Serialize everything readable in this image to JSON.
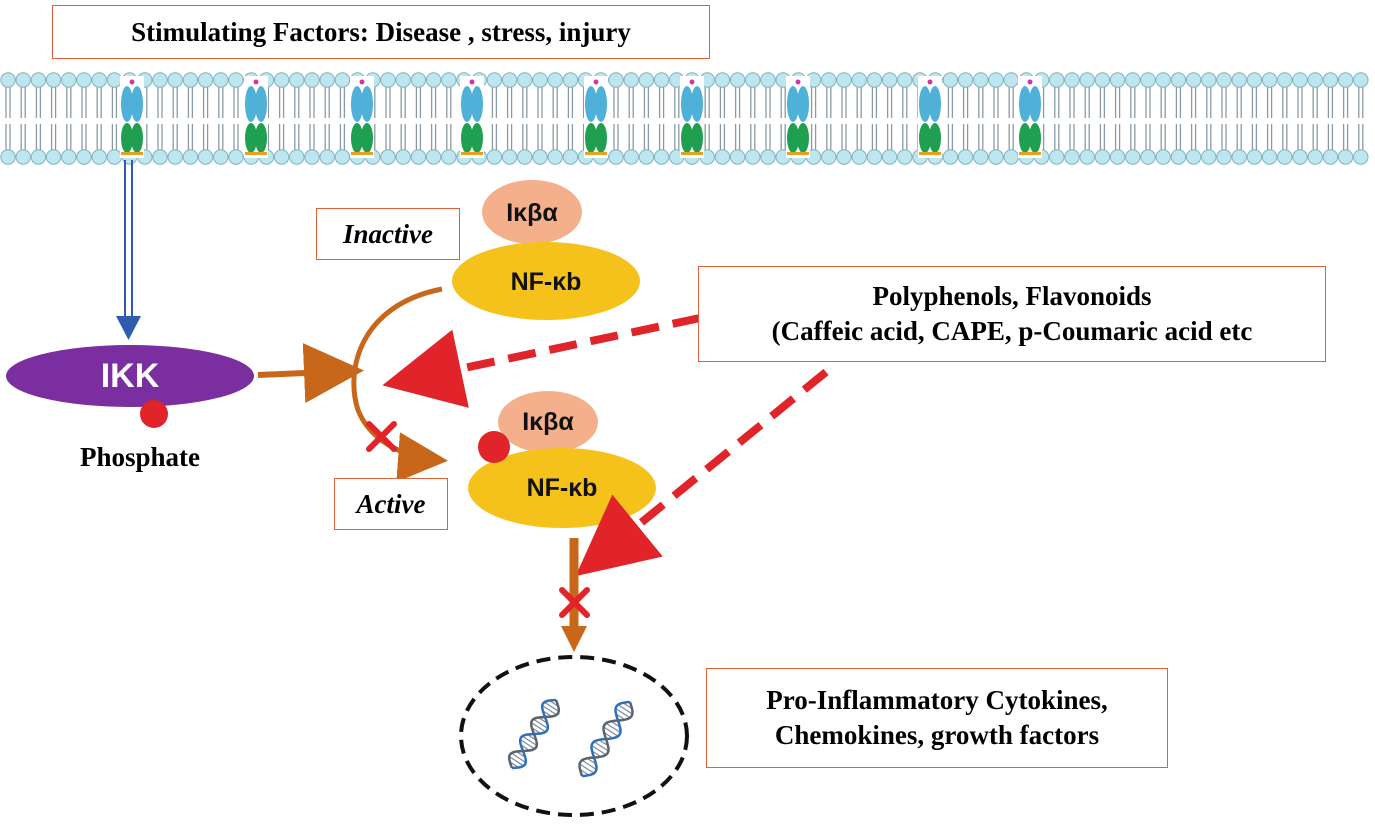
{
  "stimulus_label": "Stimulating Factors: Disease , stress, injury",
  "ikk": {
    "label": "IKK",
    "phosphate_label": "Phosphate"
  },
  "inactive_complex": {
    "state_label": "Inactive",
    "inhibitor_label": "Iκβα",
    "factor_label": "NF-κb"
  },
  "active_complex": {
    "state_label": "Active",
    "inhibitor_label": "Iκβα",
    "factor_label": "NF-κb"
  },
  "inhibitors": {
    "line1": "Polyphenols, Flavonoids",
    "line2": "(Caffeic acid, CAPE, p-Coumaric acid etc"
  },
  "outputs": {
    "line1": "Pro-Inflammatory Cytokines,",
    "line2": "Chemokines, growth factors"
  },
  "colors": {
    "membrane_head": "#bfe6ef",
    "membrane_tail": "#8c9aa3",
    "receptor_top": "#4fb0d8",
    "receptor_bottom": "#1ea050",
    "ikk": "#7a2ea0",
    "phosphate": "#e0242a",
    "ikba": "#f4b08a",
    "nfkb": "#f5c21c",
    "activation_arrow": "#c8661a",
    "signal_arrow": "#2f5cb0",
    "inhibition": "#e0242a",
    "box_border": "#e0603a"
  },
  "icons": [
    "cell-membrane",
    "receptor-protein",
    "dna-helix-icon"
  ]
}
